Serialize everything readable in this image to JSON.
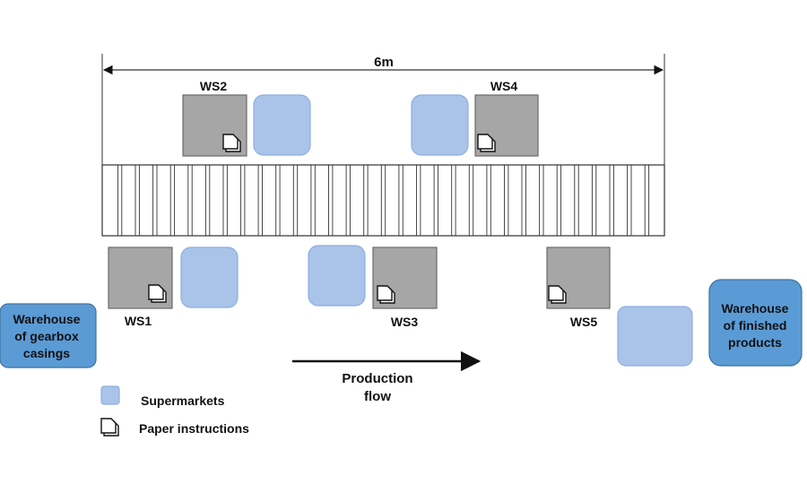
{
  "dimension": {
    "label": "6m"
  },
  "colors": {
    "station_fill": "#a6a6a6",
    "station_stroke": "#6b6b6b",
    "supermarket_fill": "#a9c4e8",
    "supermarket_stroke": "#8eaee0",
    "warehouse_fill": "#5b9bd5",
    "warehouse_stroke": "#41719c",
    "conveyor_stroke": "#333333"
  },
  "conveyor": {
    "slats": 32
  },
  "workstations": [
    {
      "id": "ws1",
      "label": "WS1"
    },
    {
      "id": "ws2",
      "label": "WS2"
    },
    {
      "id": "ws3",
      "label": "WS3"
    },
    {
      "id": "ws4",
      "label": "WS4"
    },
    {
      "id": "ws5",
      "label": "WS5"
    }
  ],
  "warehouses": {
    "input": {
      "lines": [
        "Warehouse",
        "of gearbox",
        "casings"
      ]
    },
    "output": {
      "lines": [
        "Warehouse",
        "of finished",
        "products"
      ]
    }
  },
  "flow": {
    "lines": [
      "Production",
      "flow"
    ]
  },
  "legend": [
    {
      "id": "supermarkets",
      "label": "Supermarkets"
    },
    {
      "id": "paper-instructions",
      "label": "Paper instructions"
    }
  ]
}
